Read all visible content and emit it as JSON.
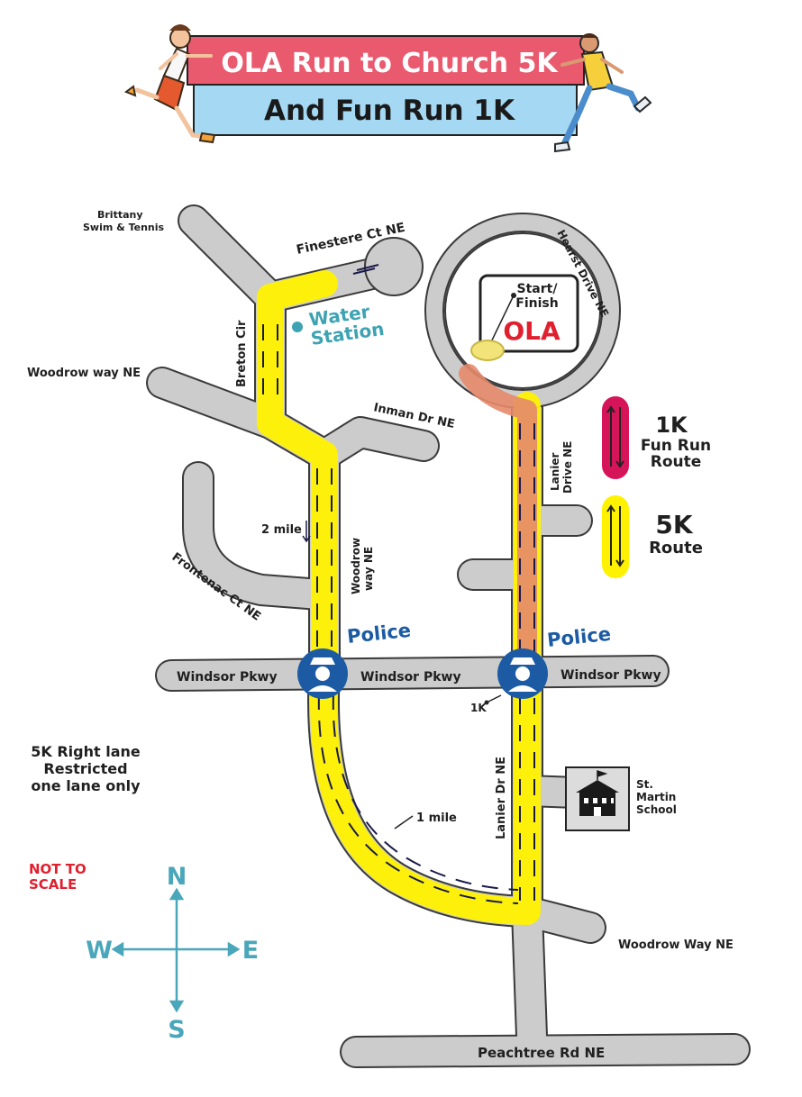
{
  "header": {
    "title": "OLA Run to Church 5K",
    "subtitle": "And Fun Run 1K"
  },
  "colors": {
    "title_bar": "#ea5a6f",
    "subtitle_bar": "#a5d9f3",
    "road": "#cccccc",
    "road_outline": "#3a3a3a",
    "route_5k": "#fff200",
    "route_1k": "#e58a6b",
    "fun_run_legend": "#d6145a",
    "police": "#1c5ba3",
    "water": "#3da3b3",
    "compass": "#4aa6ba",
    "not_to_scale": "#e0202f"
  },
  "streets": {
    "brittany": [
      "Brittany",
      "Swim & Tennis"
    ],
    "finestere": "Finestere Ct NE",
    "breton": "Breton Cir",
    "woodrow_way_west": "Woodrow way NE",
    "inman": "Inman Dr NE",
    "frontenac": "Frontenac Ct NE",
    "woodrow_way_mid": [
      "Woodrow",
      "way NE"
    ],
    "windsor_west": "Windsor Pkwy",
    "windsor_mid": "Windsor Pkwy",
    "windsor_east": "Windsor Pkwy",
    "hearst": "Hearst Drive NE",
    "lanier_drive": [
      "Lanier",
      "Drive NE"
    ],
    "lanier_dr": "Lanier Dr NE",
    "woodrow_way_east": "Woodrow Way NE",
    "peachtree": "Peachtree Rd NE"
  },
  "markers": {
    "water_station": [
      "Water",
      "Station"
    ],
    "start_finish": [
      "Start/",
      "Finish"
    ],
    "ola": "OLA",
    "police_1": "Police",
    "police_2": "Police",
    "mile_2": "2 mile",
    "mile_1": "1 mile",
    "k_1": "1K",
    "school": [
      "St.",
      "Martin",
      "School"
    ]
  },
  "legend": {
    "fun_run_1": "1K",
    "fun_run_2": "Fun Run",
    "fun_run_3": "Route",
    "five_k_1": "5K",
    "five_k_2": "Route"
  },
  "notes": {
    "restriction": [
      "5K Right lane",
      "Restricted",
      "one lane only"
    ],
    "scale": [
      "NOT TO",
      "SCALE"
    ]
  },
  "compass": {
    "n": "N",
    "s": "S",
    "e": "E",
    "w": "W"
  }
}
